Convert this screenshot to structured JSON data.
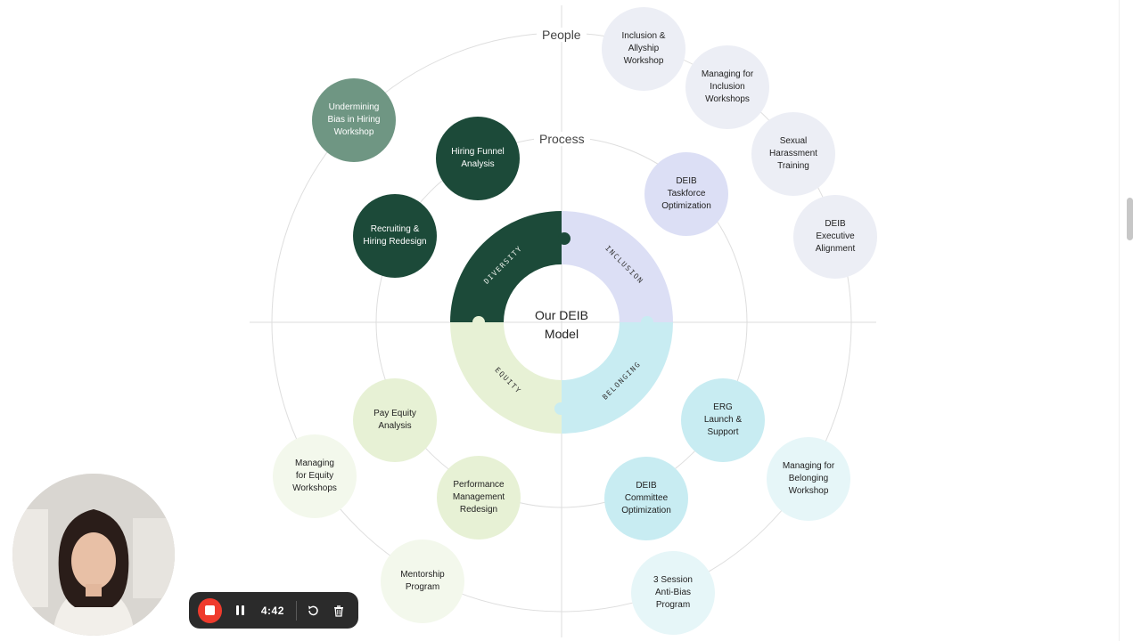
{
  "diagram": {
    "center_label": [
      "Our DEIB",
      "Model"
    ],
    "ring_labels": {
      "outer": "People",
      "inner": "Process"
    },
    "segments": [
      {
        "label": "DIVERSITY",
        "color": "#1c4a39",
        "text_color": "#e9efe9"
      },
      {
        "label": "INCLUSION",
        "color": "#dcdff5",
        "text_color": "#333333"
      },
      {
        "label": "BELONGING",
        "color": "#c8ecf2",
        "text_color": "#333333"
      },
      {
        "label": "EQUITY",
        "color": "#e7f1d5",
        "text_color": "#333333"
      }
    ],
    "bubbles": [
      {
        "lines": [
          "Undermining",
          "Bias in Hiring",
          "Workshop"
        ],
        "bg": "#6f9683",
        "fg": "#ffffff"
      },
      {
        "lines": [
          "Hiring Funnel",
          "Analysis"
        ],
        "bg": "#1c4a39",
        "fg": "#ffffff"
      },
      {
        "lines": [
          "Recruiting &",
          "Hiring Redesign"
        ],
        "bg": "#1c4a39",
        "fg": "#ffffff"
      },
      {
        "lines": [
          "Inclusion &",
          "Allyship",
          "Workshop"
        ],
        "bg": "#eceef5",
        "fg": "#222222"
      },
      {
        "lines": [
          "Managing for",
          "Inclusion",
          "Workshops"
        ],
        "bg": "#eceef5",
        "fg": "#222222"
      },
      {
        "lines": [
          "Sexual",
          "Harassment",
          "Training"
        ],
        "bg": "#eceef5",
        "fg": "#222222"
      },
      {
        "lines": [
          "DEIB",
          "Executive",
          "Alignment"
        ],
        "bg": "#eceef5",
        "fg": "#222222"
      },
      {
        "lines": [
          "DEIB",
          "Taskforce",
          "Optimization"
        ],
        "bg": "#dcdff5",
        "fg": "#222222"
      },
      {
        "lines": [
          "ERG",
          "Launch &",
          "Support"
        ],
        "bg": "#c8ecf2",
        "fg": "#222222"
      },
      {
        "lines": [
          "DEIB",
          "Committee",
          "Optimization"
        ],
        "bg": "#c8ecf2",
        "fg": "#222222"
      },
      {
        "lines": [
          "Managing for",
          "Belonging",
          "Workshop"
        ],
        "bg": "#e6f6f8",
        "fg": "#222222"
      },
      {
        "lines": [
          "3 Session",
          "Anti-Bias",
          "Program"
        ],
        "bg": "#e6f6f8",
        "fg": "#222222"
      },
      {
        "lines": [
          "Pay Equity",
          "Analysis"
        ],
        "bg": "#e7f1d5",
        "fg": "#222222"
      },
      {
        "lines": [
          "Performance",
          "Management",
          "Redesign"
        ],
        "bg": "#e7f1d5",
        "fg": "#222222"
      },
      {
        "lines": [
          "Managing",
          "for Equity",
          "Workshops"
        ],
        "bg": "#f3f8ec",
        "fg": "#222222"
      },
      {
        "lines": [
          "Mentorship",
          "Program"
        ],
        "bg": "#f3f8ec",
        "fg": "#222222"
      }
    ]
  },
  "recorder": {
    "timer": "4:42",
    "stop_icon": "stop-icon",
    "pause_icon": "pause-icon",
    "restart_icon": "restart-icon",
    "delete_icon": "trash-icon",
    "stop_color": "#ef3b2d"
  }
}
